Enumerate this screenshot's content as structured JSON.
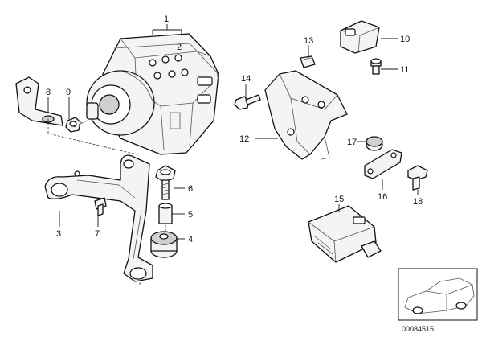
{
  "labels": {
    "l1": "1",
    "l2": "2",
    "l3": "3",
    "l4": "4",
    "l5": "5",
    "l6": "6",
    "l7": "7",
    "l8": "8",
    "l9": "9",
    "l10": "10",
    "l11": "11",
    "l12": "12",
    "l13": "13",
    "l14": "14",
    "l15": "15",
    "l16": "16",
    "l17": "17",
    "l18": "18"
  },
  "diagram_code": "00084515"
}
